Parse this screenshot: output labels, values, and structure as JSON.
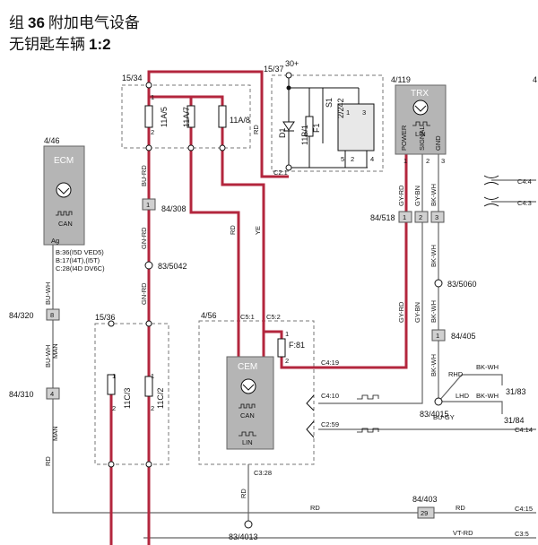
{
  "title": {
    "prefix": "组",
    "group": "36",
    "text": "附加电气设备"
  },
  "subtitle": {
    "text": "无钥匙车辆",
    "scale": "1:2"
  },
  "fuse_box_1534": {
    "label": "15/34",
    "fuses": [
      "11A/5",
      "11A/7",
      "11A/8"
    ],
    "pin_top": "1",
    "pin_bottom": "2",
    "wire": "RD"
  },
  "relay_box_1537": {
    "label": "15/37",
    "supply": "30+",
    "diode": "D1",
    "fuse": "11B/1",
    "fuse_sub": "F1",
    "relay_s1": "S1",
    "relay_id": "2/242",
    "connector": "C2:1",
    "pin_1": "1",
    "pin_2": "2",
    "pin_3": "3",
    "pin_4": "4",
    "pin_5": "5"
  },
  "trx": {
    "ref": "4/119",
    "name": "TRX",
    "lin": "LIN",
    "pins": [
      "POWER",
      "SIGNAL",
      "GND"
    ],
    "pin_nums": [
      "1",
      "2",
      "3"
    ]
  },
  "ecm": {
    "ref": "4/46",
    "name": "ECM",
    "can": "CAN",
    "pin": "Ag",
    "notes": [
      "B:36(I5D VED5)",
      "B:17(I4T),(I5T)",
      "C:28(I4D DV6C)"
    ]
  },
  "cem": {
    "ref": "4/56",
    "name": "CEM",
    "can": "CAN",
    "lin": "LIN",
    "fuse": "F:81",
    "connectors": [
      "C5:1",
      "C5:2",
      "C4:19",
      "C4:10",
      "C2:59",
      "C3:28"
    ],
    "pin_1": "1",
    "pin_2": "2"
  },
  "fuse_box_1536": {
    "label": "15/36",
    "fuses": [
      "11C/3",
      "11C/2"
    ],
    "pin_top": "1",
    "pin_bottom": "2"
  },
  "connectors": {
    "c84_308": "84/308",
    "c84_518": "84/518",
    "c84_320": "84/320",
    "c84_310": "84/310",
    "c84_405": "84/405",
    "c84_403": "84/403",
    "pin_1": "1",
    "pin_2": "2",
    "pin_3": "3",
    "pin_8": "8",
    "pin_4": "4",
    "pin_29": "29"
  },
  "splices": {
    "s83_5042": "83/5042",
    "s83_5060": "83/5060",
    "s83_4015": "83/4015",
    "s83_4013": "83/4013"
  },
  "wires": {
    "bu_rd": "BU-RD",
    "gn_rd": "GN-RD",
    "rd": "RD",
    "ye": "YE",
    "gy_rd": "GY-RD",
    "gy_bn": "GY-BN",
    "bk_wh": "BK-WH",
    "bu_wh": "BU-WH",
    "man": "MAN",
    "bu_gy": "BU-GY",
    "vt_rd": "VT-RD"
  },
  "rhd_lhd": {
    "rhd": "RHD",
    "lhd": "LHD",
    "g3183": "31/83",
    "g3184": "31/84"
  },
  "right_edge": {
    "c4_4": "C4:4",
    "c4_3": "C4:3",
    "c4_14": "C4:14",
    "c4_15": "C4:15",
    "c3_5": "C3:5",
    "page_marker": "4"
  },
  "colors": {
    "power_wire": "#b3263d",
    "module_fill": "#b5b5b5",
    "box_dash": "#777777",
    "signal_wire": "#666666"
  }
}
